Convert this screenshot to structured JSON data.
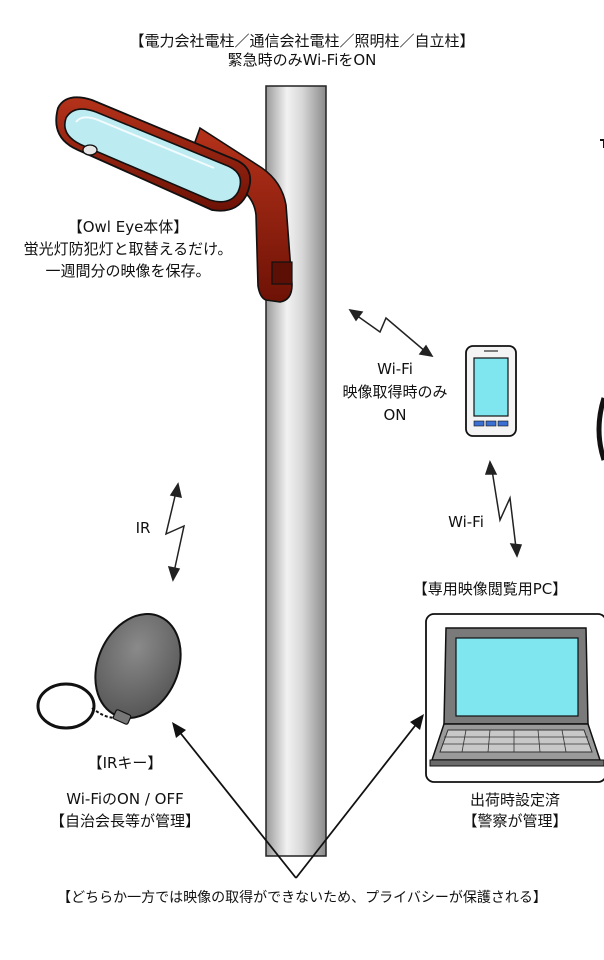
{
  "header": {
    "pole_types": "【電力会社電柱／通信会社電柱／照明柱／自立柱】",
    "wifi_note": "緊急時のみWi-FiをON"
  },
  "owl_eye": {
    "title": "【Owl Eye本体】",
    "line1": "蛍光灯防犯灯と取替えるだけ。",
    "line2": "一週間分の映像を保存。"
  },
  "smartphone_link": {
    "line1": "Wi-Fi",
    "line2": "映像取得時のみ",
    "line3": "ON"
  },
  "pc_link": {
    "label": "Wi-Fi"
  },
  "ir_link": {
    "label": "IR"
  },
  "pc": {
    "title": "【専用映像閲覧用PC】",
    "line1": "出荷時設定済",
    "line2": "【警察が管理】"
  },
  "ir_key": {
    "title": "【IRキー】",
    "line1": "Wi-FiのON / OFF",
    "line2": "【自治会長等が管理】"
  },
  "footer": {
    "note": "【どちらか一方では映像の取得ができないため、プライバシーが保護される】"
  },
  "colors": {
    "lamp_body": "#8B1A0A",
    "lamp_lens": "#BDEBF2",
    "screen": "#7FE6F0",
    "key_fob": "#6E6E6E"
  }
}
